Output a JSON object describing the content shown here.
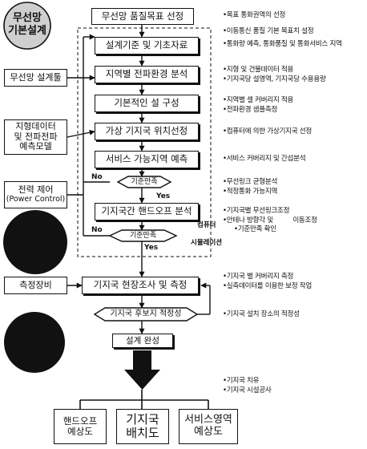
{
  "badge": {
    "line1": "무선망",
    "line2": "기본설계"
  },
  "main_flow": [
    "무선망 품질목표 선정",
    "설계기준 및 기초자료",
    "지역별 전파환경 분석",
    "기본적인 설 구성",
    "가상 기지국 위치선정",
    "서비스 가능지역 예측",
    "기지국간 핸드오프 분석",
    "기지국 현장조사 및 측정",
    "설계 완성"
  ],
  "decisions": {
    "first": "기준만족",
    "second": "기준만족",
    "third": "기지국 후보지 적정성"
  },
  "decision_labels": {
    "no_1": "No",
    "yes_1": "Yes",
    "no_2": "No",
    "yes_2": "Yes"
  },
  "left_inputs": {
    "design_tool": "무선망 설계툴",
    "terrain_line1": "지형데이터",
    "terrain_line2": "및 전파전파",
    "terrain_line3": "예측모델",
    "power_line1": "전력 제어",
    "power_line2": "(Power Control)",
    "measurement": "측정장비"
  },
  "side_tags": {
    "computer": "컴퓨터",
    "simulation": "시뮬레이션"
  },
  "outputs": [
    {
      "line1": "핸드오프",
      "line2": "예상도"
    },
    {
      "line1": "기지국",
      "line2": "배치도"
    },
    {
      "line1": "서비스영역",
      "line2": "예상도"
    }
  ],
  "notes": {
    "n1": "•목표 통화권역의 선정",
    "n2": "•이동통신 품질 기본 목표치 설정",
    "n3": "•통화량 예측, 통화품질 및 통화서비스 지역",
    "n4a": "•지형 및 건물데이터 적용",
    "n4b": "•기지국당 설영역, 기지국당 수용용량",
    "n5a": "•지역별 셀 커버리지 적용",
    "n5b": "•전파환경 샘플측정",
    "n6": "•컴퓨터에 의한 가상기지국 선정",
    "n7": "•서비스 커버리지 및 간섭분석",
    "n8a": "•무선링크 균형분석",
    "n8b": "•적정통화 가능지역",
    "n9a": "•기지국별 무선링크조정",
    "n9b": "•안테나 방향각 및",
    "n9b2": "이동조정",
    "n9c": "•기준만족 확인",
    "n10a": "•기지국 별 커버리지 측정",
    "n10b": "•실측데이터를 이용한 보정 작업",
    "n11": "•기지국 설치 장소의 적정성",
    "n12a": "•기지국 치유",
    "n12b": "•기지국 시설공사"
  }
}
